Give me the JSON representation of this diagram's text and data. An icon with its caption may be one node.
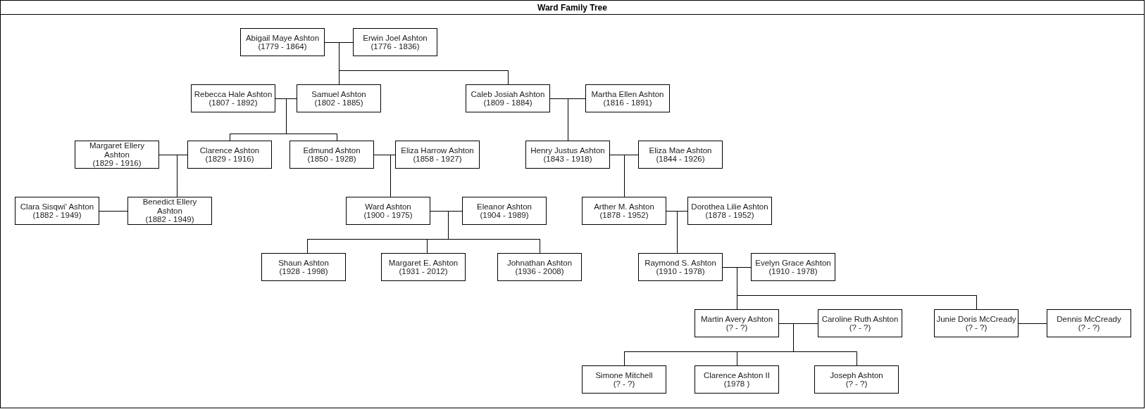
{
  "diagram": {
    "title": "Ward Family Tree",
    "nodes": [
      {
        "text": [
          "Abigail Maye Ashton",
          "(1779 - 1864)"
        ]
      },
      {
        "text": [
          "Erwin Joel Ashton",
          "(1776 - 1836)"
        ]
      },
      {
        "text": [
          "Rebecca Hale Ashton",
          "(1807 - 1892)"
        ]
      },
      {
        "text": [
          "Samuel Ashton",
          "(1802 - 1885)"
        ]
      },
      {
        "text": [
          "Caleb Josiah Ashton",
          "(1809 - 1884)"
        ]
      },
      {
        "text": [
          "Martha Ellen Ashton",
          "(1816 - 1891)"
        ]
      },
      {
        "text": [
          "Margaret Ellery Ashton",
          "(1829 - 1916)"
        ]
      },
      {
        "text": [
          "Clarence Ashton",
          "(1829 - 1916)"
        ]
      },
      {
        "text": [
          "Edmund Ashton",
          "(1850 - 1928)"
        ]
      },
      {
        "text": [
          "Eliza Harrow Ashton",
          "(1858 - 1927)"
        ]
      },
      {
        "text": [
          "Henry Justus Ashton",
          "(1843 - 1918)"
        ]
      },
      {
        "text": [
          "Eliza Mae Ashton",
          "(1844 - 1926)"
        ]
      },
      {
        "text": [
          "Clara Sisqwi' Ashton",
          "(1882 - 1949)"
        ]
      },
      {
        "text": [
          "Benedict Ellery Ashton",
          "(1882 - 1949)"
        ]
      },
      {
        "text": [
          "Ward Ashton",
          "(1900 - 1975)"
        ]
      },
      {
        "text": [
          "Eleanor Ashton",
          "(1904 - 1989)"
        ]
      },
      {
        "text": [
          "Arther M. Ashton",
          "(1878 - 1952)"
        ]
      },
      {
        "text": [
          "Dorothea Lilie Ashton",
          "(1878 - 1952)"
        ]
      },
      {
        "text": [
          "Shaun Ashton",
          "(1928 - 1998)"
        ]
      },
      {
        "text": [
          "Margaret E. Ashton",
          "(1931 - 2012)"
        ]
      },
      {
        "text": [
          "Johnathan Ashton",
          "(1936 - 2008)"
        ]
      },
      {
        "text": [
          "Raymond S. Ashton",
          "(1910 - 1978)"
        ]
      },
      {
        "text": [
          "Evelyn Grace Ashton",
          "(1910 - 1978)"
        ]
      },
      {
        "text": [
          "Martin Avery Ashton",
          "(? - ?)"
        ]
      },
      {
        "text": [
          "Caroline Ruth Ashton",
          "(? - ?)"
        ]
      },
      {
        "text": [
          "Junie Doris McCready",
          "(? - ?)"
        ]
      },
      {
        "text": [
          "Dennis McCready",
          "(? - ?)"
        ]
      },
      {
        "text": [
          "Simone Mitchell",
          "(? - ?)"
        ]
      },
      {
        "text": [
          "Clarence Ashton II",
          "(1978 )"
        ]
      },
      {
        "text": [
          "Joseph Ashton",
          "(? - ?)"
        ]
      }
    ],
    "edges": [
      {
        "from": 0,
        "to": 1,
        "arrow": "none"
      },
      {
        "from": 0,
        "to": 3,
        "arrow": "none"
      },
      {
        "from": 1,
        "to": 3,
        "arrow": "none"
      },
      {
        "from": 0,
        "to": 4,
        "arrow": "none"
      },
      {
        "from": 1,
        "to": 4,
        "arrow": "none"
      },
      {
        "from": 2,
        "to": 3,
        "arrow": "none"
      },
      {
        "from": 2,
        "to": 7,
        "arrow": "none"
      },
      {
        "from": 3,
        "to": 7,
        "arrow": "none"
      },
      {
        "from": 2,
        "to": 8,
        "arrow": "none"
      },
      {
        "from": 3,
        "to": 8,
        "arrow": "none"
      },
      {
        "from": 4,
        "to": 5,
        "arrow": "none"
      },
      {
        "from": 4,
        "to": 10,
        "arrow": "none"
      },
      {
        "from": 5,
        "to": 10,
        "arrow": "none"
      },
      {
        "from": 6,
        "to": 7,
        "arrow": "none"
      },
      {
        "from": 6,
        "to": 13,
        "arrow": "none"
      },
      {
        "from": 7,
        "to": 13,
        "arrow": "none"
      },
      {
        "from": 8,
        "to": 9,
        "arrow": "none"
      },
      {
        "from": 8,
        "to": 14,
        "arrow": "none"
      },
      {
        "from": 9,
        "to": 14,
        "arrow": "none"
      },
      {
        "from": 10,
        "to": 11,
        "arrow": "none"
      },
      {
        "from": 10,
        "to": 16,
        "arrow": "none"
      },
      {
        "from": 11,
        "to": 16,
        "arrow": "none"
      },
      {
        "from": 12,
        "to": 13,
        "arrow": "none"
      },
      {
        "from": 14,
        "to": 15,
        "arrow": "none"
      },
      {
        "from": 14,
        "to": 18,
        "arrow": "none"
      },
      {
        "from": 15,
        "to": 18,
        "arrow": "none"
      },
      {
        "from": 14,
        "to": 19,
        "arrow": "none"
      },
      {
        "from": 15,
        "to": 19,
        "arrow": "none"
      },
      {
        "from": 14,
        "to": 20,
        "arrow": "none"
      },
      {
        "from": 15,
        "to": 20,
        "arrow": "none"
      },
      {
        "from": 16,
        "to": 17,
        "arrow": "none"
      },
      {
        "from": 16,
        "to": 21,
        "arrow": "none"
      },
      {
        "from": 17,
        "to": 21,
        "arrow": "none"
      },
      {
        "from": 21,
        "to": 22,
        "arrow": "none"
      },
      {
        "from": 21,
        "to": 23,
        "arrow": "none"
      },
      {
        "from": 22,
        "to": 23,
        "arrow": "none"
      },
      {
        "from": 21,
        "to": 25,
        "arrow": "none"
      },
      {
        "from": 22,
        "to": 25,
        "arrow": "none"
      },
      {
        "from": 23,
        "to": 24,
        "arrow": "none"
      },
      {
        "from": 23,
        "to": 27,
        "arrow": "none"
      },
      {
        "from": 24,
        "to": 27,
        "arrow": "none"
      },
      {
        "from": 23,
        "to": 28,
        "arrow": "none"
      },
      {
        "from": 24,
        "to": 28,
        "arrow": "none"
      },
      {
        "from": 23,
        "to": 29,
        "arrow": "none"
      },
      {
        "from": 24,
        "to": 29,
        "arrow": "none"
      },
      {
        "from": 25,
        "to": 26,
        "arrow": "none"
      }
    ]
  }
}
